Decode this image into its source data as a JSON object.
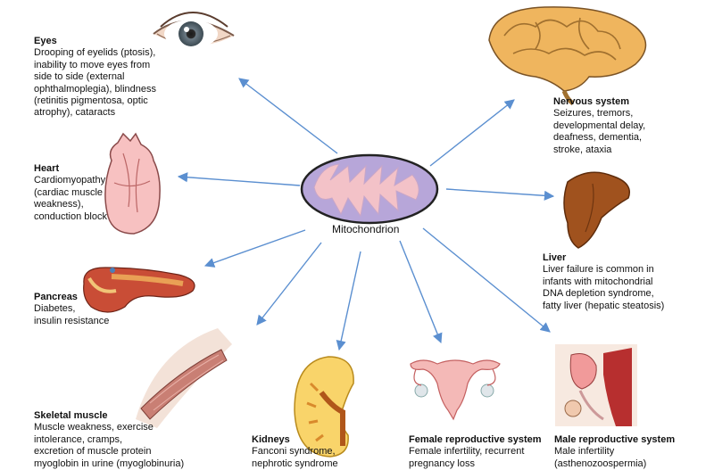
{
  "center": {
    "label": "Mitochondrion"
  },
  "organs": {
    "eyes": {
      "title": "Eyes",
      "description": "Drooping of eyelids (ptosis),\ninability to move eyes from\nside to side (external\nophthalmoplegia), blindness\n(retinitis pigmentosa, optic\natrophy), cataracts"
    },
    "heart": {
      "title": "Heart",
      "description": "Cardiomyopathy\n(cardiac muscle\nweakness),\nconduction block"
    },
    "pancreas": {
      "title": "Pancreas",
      "description": "Diabetes,\ninsulin resistance"
    },
    "skeletal": {
      "title": "Skeletal muscle",
      "description": "Muscle weakness, exercise\nintolerance, cramps,\nexcretion of muscle protein\nmyoglobin in urine (myoglobinuria)"
    },
    "kidneys": {
      "title": "Kidneys",
      "description": "Fanconi syndrome,\nnephrotic syndrome"
    },
    "female": {
      "title": "Female reproductive system",
      "description": "Female infertility, recurrent\npregnancy loss"
    },
    "male": {
      "title": "Male reproductive system",
      "description": "Male infertility\n(asthenozoospermia)"
    },
    "liver": {
      "title": "Liver",
      "description": "Liver failure is common in\ninfants with mitochondrial\nDNA depletion syndrome,\nfatty liver (hepatic steatosis)"
    },
    "nervous": {
      "title": "Nervous system",
      "description": "Seizures, tremors,\ndevelopmental delay,\ndeafness, dementia,\nstroke, ataxia"
    }
  },
  "colors": {
    "arrow": "#5b8fd0",
    "mito_fill": "#b7a6d9",
    "mito_inner": "#f3c2c8",
    "mito_stroke": "#222222"
  }
}
